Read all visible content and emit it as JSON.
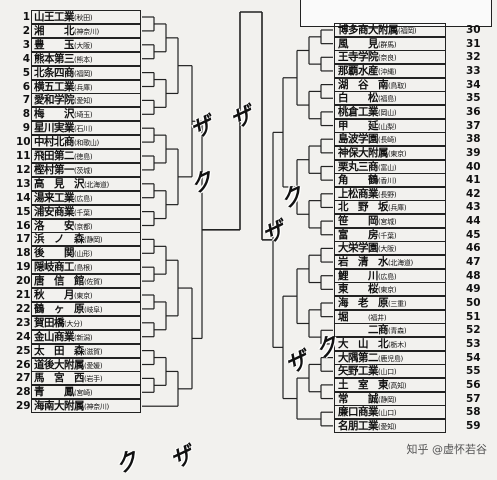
{
  "left_teams": [
    {
      "num": "1",
      "name": "山王工業",
      "pref": "(秋田)"
    },
    {
      "num": "2",
      "name": "湘　　北",
      "pref": "(神奈川)"
    },
    {
      "num": "3",
      "name": "豊　　玉",
      "pref": "(大阪)"
    },
    {
      "num": "4",
      "name": "熊本第三",
      "pref": "(熊本)"
    },
    {
      "num": "5",
      "name": "北条四商",
      "pref": "(福岡)"
    },
    {
      "num": "6",
      "name": "横五工業",
      "pref": "(兵庫)"
    },
    {
      "num": "7",
      "name": "愛和学院",
      "pref": "(愛知)"
    },
    {
      "num": "8",
      "name": "梅　　沢",
      "pref": "(埼玉)"
    },
    {
      "num": "9",
      "name": "星川実業",
      "pref": "(石川)"
    },
    {
      "num": "10",
      "name": "中村北商",
      "pref": "(和歌山)"
    },
    {
      "num": "11",
      "name": "飛田第二",
      "pref": "(徳島)"
    },
    {
      "num": "12",
      "name": "樫村第一",
      "pref": "(茨城)"
    },
    {
      "num": "13",
      "name": "高　見　沢",
      "pref": "(北海道)"
    },
    {
      "num": "14",
      "name": "湯来工業",
      "pref": "(広島)"
    },
    {
      "num": "15",
      "name": "浦安商業",
      "pref": "(千葉)"
    },
    {
      "num": "16",
      "name": "洛　　安",
      "pref": "(京都)"
    },
    {
      "num": "17",
      "name": "浜　ノ　森",
      "pref": "(静岡)"
    },
    {
      "num": "18",
      "name": "後　　関",
      "pref": "(山形)"
    },
    {
      "num": "19",
      "name": "隠岐商工",
      "pref": "(島根)"
    },
    {
      "num": "20",
      "name": "唐　信　館",
      "pref": "(佐賀)"
    },
    {
      "num": "21",
      "name": "秋　　月",
      "pref": "(東京)"
    },
    {
      "num": "22",
      "name": "鶴　ヶ　原",
      "pref": "(岐阜)"
    },
    {
      "num": "23",
      "name": "賀田橋",
      "pref": "(大分)"
    },
    {
      "num": "24",
      "name": "金山商業",
      "pref": "(新潟)"
    },
    {
      "num": "25",
      "name": "太　田　森",
      "pref": "(滋賀)"
    },
    {
      "num": "26",
      "name": "道後大附属",
      "pref": "(愛媛)"
    },
    {
      "num": "27",
      "name": "馬　宮　西",
      "pref": "(岩手)"
    },
    {
      "num": "28",
      "name": "青　　鳳",
      "pref": "(宮崎)"
    },
    {
      "num": "29",
      "name": "海南大附属",
      "pref": "(神奈川)"
    }
  ],
  "right_teams": [
    {
      "num": "30",
      "name": "博多商大附属",
      "pref": "(福岡)"
    },
    {
      "num": "31",
      "name": "風　　見",
      "pref": "(群馬)"
    },
    {
      "num": "32",
      "name": "王寺学院",
      "pref": "(奈良)"
    },
    {
      "num": "33",
      "name": "那覇水産",
      "pref": "(沖縄)"
    },
    {
      "num": "34",
      "name": "湖　谷　南",
      "pref": "(鳥取)"
    },
    {
      "num": "35",
      "name": "白　　松",
      "pref": "(福島)"
    },
    {
      "num": "36",
      "name": "桃倉工業",
      "pref": "(岡山)"
    },
    {
      "num": "37",
      "name": "甲　　延",
      "pref": "(山梨)"
    },
    {
      "num": "38",
      "name": "島波学園",
      "pref": "(長崎)"
    },
    {
      "num": "39",
      "name": "神保大附属",
      "pref": "(東京)"
    },
    {
      "num": "40",
      "name": "栗丸三商",
      "pref": "(富山)"
    },
    {
      "num": "41",
      "name": "角　　鶴",
      "pref": "(香川)"
    },
    {
      "num": "42",
      "name": "上松商業",
      "pref": "(長野)"
    },
    {
      "num": "43",
      "name": "北　野　坂",
      "pref": "(兵庫)"
    },
    {
      "num": "44",
      "name": "笹　　岡",
      "pref": "(宮城)"
    },
    {
      "num": "45",
      "name": "富　　房",
      "pref": "(千葉)"
    },
    {
      "num": "46",
      "name": "大栄学園",
      "pref": "(大阪)"
    },
    {
      "num": "47",
      "name": "岩　清　水",
      "pref": "(北海道)"
    },
    {
      "num": "48",
      "name": "鯉　　川",
      "pref": "(広島)"
    },
    {
      "num": "49",
      "name": "東　　桜",
      "pref": "(東京)"
    },
    {
      "num": "50",
      "name": "海　老　原",
      "pref": "(三重)"
    },
    {
      "num": "51",
      "name": "堀　　",
      "pref": "(福井)"
    },
    {
      "num": "52",
      "name": "　　　二商",
      "pref": "(青森)"
    },
    {
      "num": "53",
      "name": "大　山　北",
      "pref": "(栃木)"
    },
    {
      "num": "54",
      "name": "大隅第二",
      "pref": "(鹿児島)"
    },
    {
      "num": "55",
      "name": "矢野工業",
      "pref": "(山口)"
    },
    {
      "num": "56",
      "name": "土　室　東",
      "pref": "(高知)"
    },
    {
      "num": "57",
      "name": "常　　誠",
      "pref": "(静岡)"
    },
    {
      "num": "58",
      "name": "廉口商業",
      "pref": "(山口)"
    },
    {
      "num": "59",
      "name": "名朋工業",
      "pref": "(愛知)"
    }
  ],
  "sfx": [
    "ザ",
    "ク",
    "ザ",
    "ク",
    "ザ",
    "ク",
    "ザ",
    "ク",
    "ザ"
  ],
  "watermark": "知乎 @虚怀若谷"
}
